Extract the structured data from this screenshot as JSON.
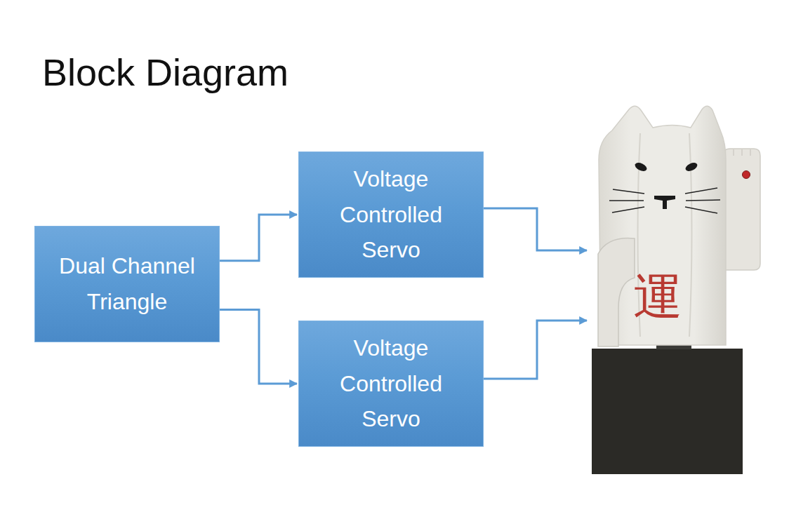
{
  "diagram": {
    "title": "Block Diagram",
    "nodes": [
      {
        "text": [
          "Dual Channel Triangle"
        ]
      },
      {
        "text": [
          "Voltage Controlled Servo"
        ]
      },
      {
        "text": [
          "Voltage Controlled Servo"
        ]
      }
    ],
    "edges": [
      {
        "from": 0,
        "to": 1,
        "arrow": "to"
      },
      {
        "from": 0,
        "to": 2,
        "arrow": "to"
      }
    ],
    "labels": [
      "運"
    ]
  }
}
